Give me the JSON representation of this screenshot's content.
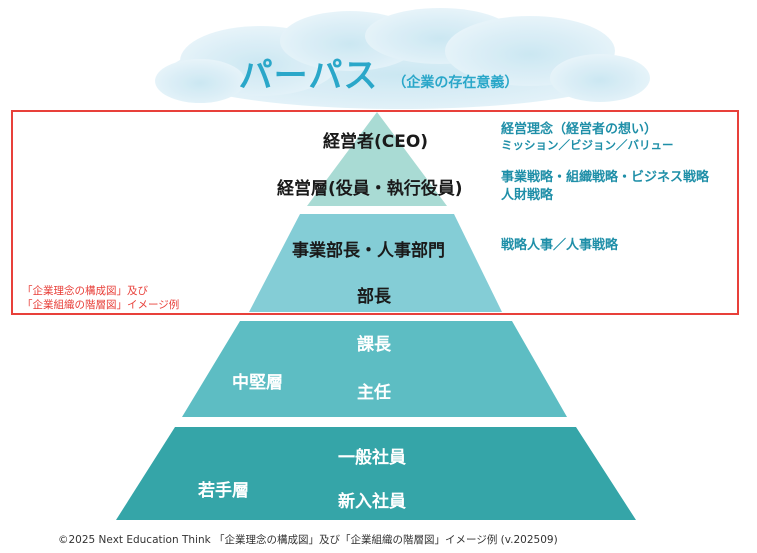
{
  "title": {
    "main": "パーパス",
    "sub": "（企業の存在意義）"
  },
  "levels": {
    "ceo": "経営者(CEO)",
    "executives": "経営層(役員・執行役員)",
    "division_heads": "事業部長・人事部門",
    "dept_manager": "部長",
    "section_manager": "課長",
    "chief": "主任",
    "mid_tier": "中堅層",
    "general_staff": "一般社員",
    "new_staff": "新入社員",
    "young_tier": "若手層"
  },
  "right_labels": {
    "philosophy": "経営理念（経営者の想い）",
    "mvv": "ミッション／ビジョン／バリュー",
    "strategy": "事業戦略・組織戦略・ビジネス戦略",
    "hr_strategy": "人財戦略",
    "hr_plan": "戦略人事／人事戦略"
  },
  "note": {
    "line1": "「企業理念の構成図」及び",
    "line2": "「企業組織の階層図」イメージ例"
  },
  "footer": "©2025 Next Education Think 「企業理念の構成図」及び「企業組織の階層図」イメージ例 (v.202509)",
  "colors": {
    "tier1": "#a9dbd4",
    "tier2": "#84cdd6",
    "tier3": "#5dbdc3",
    "tier4": "#35a5a8",
    "title": "#2aa7c9",
    "right_text": "#1f8fa8",
    "box": "#e8403a"
  }
}
